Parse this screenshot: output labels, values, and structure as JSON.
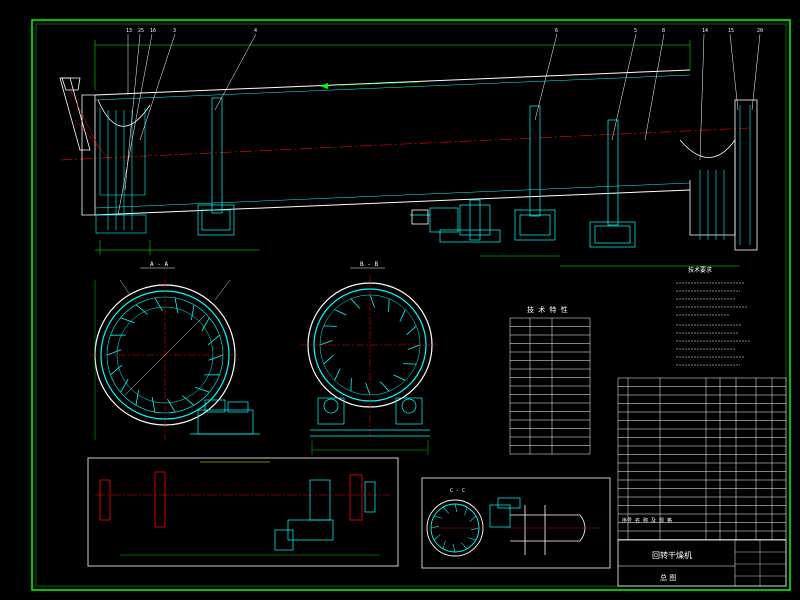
{
  "drawing": {
    "colors": {
      "background": "#000000",
      "outline": "#ffffff",
      "border": "#00ff00",
      "part": "#00ffff",
      "centerline": "#ff0000",
      "dimension": "#00ff00",
      "text": "#ffffff",
      "note": "#ffff00"
    },
    "balloons_top": [
      "13",
      "25",
      "16",
      "3",
      "4",
      "6",
      "5",
      "8",
      "14",
      "15",
      "20"
    ],
    "section_a": {
      "label": "A - A"
    },
    "section_b": {
      "label": "B - B"
    },
    "section_c": {
      "label": "C - C"
    },
    "tech_table": {
      "title": "技 术 特 性"
    },
    "notes": {
      "title": "技术要求"
    },
    "title_block": {
      "title": "回转干燥机",
      "subtitle": "总 图",
      "note_row": "序号 名 称 及 规 格"
    }
  }
}
